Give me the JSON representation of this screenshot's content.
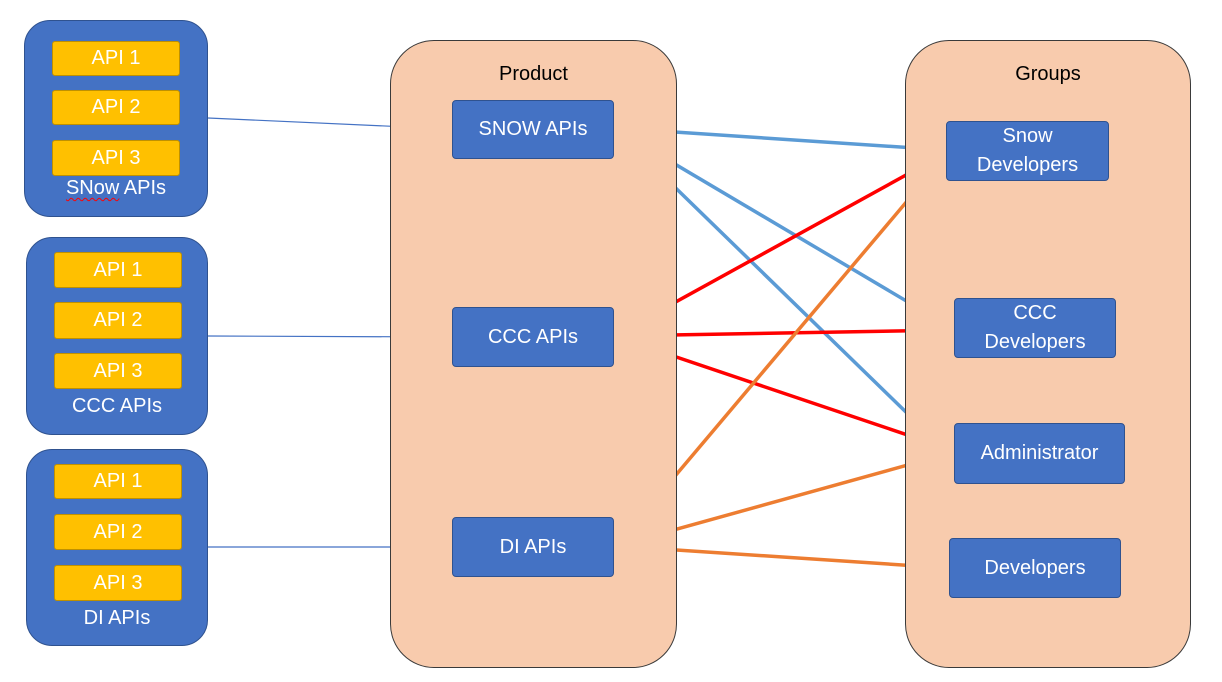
{
  "colors": {
    "box_blue": "#4472C4",
    "api_yellow": "#FFC000",
    "panel_peach": "#F8CBAD",
    "edge_blue": "#5B9BD5",
    "edge_red": "#FF0000",
    "edge_orange": "#ED7D31",
    "thin_connector": "#4472C4"
  },
  "sources": [
    {
      "api_labels": [
        "API 1",
        "API 2",
        "API 3"
      ],
      "label_prefix": "SNow",
      "label_suffix": " APIs"
    },
    {
      "api_labels": [
        "API 1",
        "API 2",
        "API 3"
      ],
      "label": "CCC APIs"
    },
    {
      "api_labels": [
        "API 1",
        "API 2",
        "API 3"
      ],
      "label": "DI APIs"
    }
  ],
  "product": {
    "title": "Product",
    "nodes": [
      "SNOW APIs",
      "CCC APIs",
      "DI APIs"
    ]
  },
  "groups": {
    "title": "Groups",
    "nodes": [
      [
        "Snow",
        "Developers"
      ],
      [
        "CCC",
        "Developers"
      ],
      [
        "Administrator"
      ],
      [
        "Developers"
      ]
    ]
  },
  "edges": [
    {
      "from": "SNOW APIs",
      "to": "Snow Developers",
      "color": "blue"
    },
    {
      "from": "SNOW APIs",
      "to": "CCC Developers",
      "color": "blue"
    },
    {
      "from": "SNOW APIs",
      "to": "Administrator",
      "color": "blue"
    },
    {
      "from": "CCC APIs",
      "to": "Snow Developers",
      "color": "red"
    },
    {
      "from": "CCC APIs",
      "to": "CCC Developers",
      "color": "red"
    },
    {
      "from": "CCC APIs",
      "to": "Administrator",
      "color": "red"
    },
    {
      "from": "DI APIs",
      "to": "Snow Developers",
      "color": "orange"
    },
    {
      "from": "DI APIs",
      "to": "Administrator",
      "color": "orange"
    },
    {
      "from": "DI APIs",
      "to": "Developers",
      "color": "orange"
    }
  ]
}
